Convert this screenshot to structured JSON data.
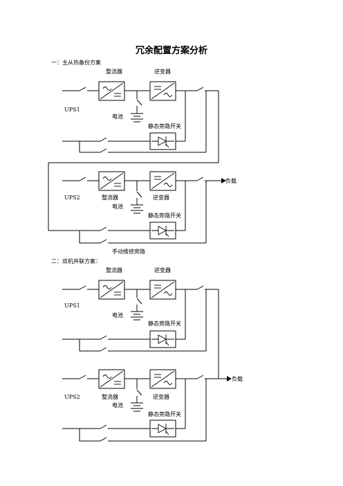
{
  "title": "冗余配置方案分析",
  "section1": {
    "heading": "一：主从热备份方案",
    "rectifier": "整流器",
    "inverter": "逆变器",
    "ups1": "UPS1",
    "battery1": "电池",
    "bypass1": "静态旁路开关",
    "load": "负载",
    "ups2": "UPS2",
    "rectifier2": "整流器",
    "inverter2": "逆变器",
    "battery2": "电池",
    "bypass2": "静态旁路开关",
    "manual_bypass": "手动维修旁路"
  },
  "section2": {
    "heading": "二：双机并联方案：",
    "rectifier": "整流器",
    "inverter": "逆变器",
    "ups1": "UPS1",
    "battery1": "电池",
    "bypass1": "静态旁路开关",
    "load": "负载",
    "ups2": "UPS2",
    "rectifier2": "整流器",
    "inverter2": "逆变器",
    "battery2": "电池",
    "bypass2": "静态旁路开关"
  }
}
